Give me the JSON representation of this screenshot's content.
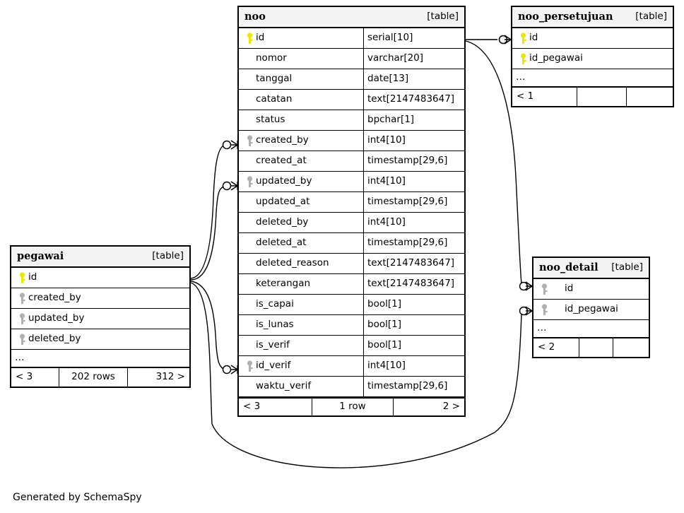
{
  "diagram": {
    "generator_note": "Generated by SchemaSpy",
    "table_tag": "[table]",
    "ellipsis": "…"
  },
  "tables": {
    "noo": {
      "name": "noo",
      "tag": "[table]",
      "columns": [
        {
          "key": "primary",
          "name": "id",
          "type": "serial[10]"
        },
        {
          "key": "none",
          "name": "nomor",
          "type": "varchar[20]"
        },
        {
          "key": "none",
          "name": "tanggal",
          "type": "date[13]"
        },
        {
          "key": "none",
          "name": "catatan",
          "type": "text[2147483647]"
        },
        {
          "key": "none",
          "name": "status",
          "type": "bpchar[1]"
        },
        {
          "key": "foreign",
          "name": "created_by",
          "type": "int4[10]"
        },
        {
          "key": "none",
          "name": "created_at",
          "type": "timestamp[29,6]"
        },
        {
          "key": "foreign",
          "name": "updated_by",
          "type": "int4[10]"
        },
        {
          "key": "none",
          "name": "updated_at",
          "type": "timestamp[29,6]"
        },
        {
          "key": "none",
          "name": "deleted_by",
          "type": "int4[10]"
        },
        {
          "key": "none",
          "name": "deleted_at",
          "type": "timestamp[29,6]"
        },
        {
          "key": "none",
          "name": "deleted_reason",
          "type": "text[2147483647]"
        },
        {
          "key": "none",
          "name": "keterangan",
          "type": "text[2147483647]"
        },
        {
          "key": "none",
          "name": "is_capai",
          "type": "bool[1]"
        },
        {
          "key": "none",
          "name": "is_lunas",
          "type": "bool[1]"
        },
        {
          "key": "none",
          "name": "is_verif",
          "type": "bool[1]"
        },
        {
          "key": "foreign",
          "name": "id_verif",
          "type": "int4[10]"
        },
        {
          "key": "none",
          "name": "waktu_verif",
          "type": "timestamp[29,6]"
        }
      ],
      "footer": {
        "left": "< 3",
        "center": "1 row",
        "right": "2 >"
      }
    },
    "pegawai": {
      "name": "pegawai",
      "tag": "[table]",
      "columns": [
        {
          "key": "primary",
          "name": "id"
        },
        {
          "key": "foreign",
          "name": "created_by"
        },
        {
          "key": "foreign",
          "name": "updated_by"
        },
        {
          "key": "foreign",
          "name": "deleted_by"
        }
      ],
      "ellipsis": "…",
      "footer": {
        "left": "< 3",
        "center": "202 rows",
        "right": "312 >"
      }
    },
    "noo_persetujuan": {
      "name": "noo_persetujuan",
      "tag": "[table]",
      "columns": [
        {
          "key": "primary",
          "name": "id"
        },
        {
          "key": "primary",
          "name": "id_pegawai"
        }
      ],
      "ellipsis": "…",
      "footer": {
        "left": "< 1",
        "center": "",
        "right": ""
      }
    },
    "noo_detail": {
      "name": "noo_detail",
      "tag": "[table]",
      "columns": [
        {
          "key": "foreign",
          "name": "id"
        },
        {
          "key": "foreign",
          "name": "id_pegawai"
        }
      ],
      "ellipsis": "…",
      "footer": {
        "left": "< 2",
        "center": "",
        "right": ""
      }
    }
  },
  "colors": {
    "primary_key": "#e8e800",
    "foreign_key": "#b0b0b0",
    "border": "#000000",
    "header_bg": "#f4f4f4",
    "background": "#ffffff"
  }
}
